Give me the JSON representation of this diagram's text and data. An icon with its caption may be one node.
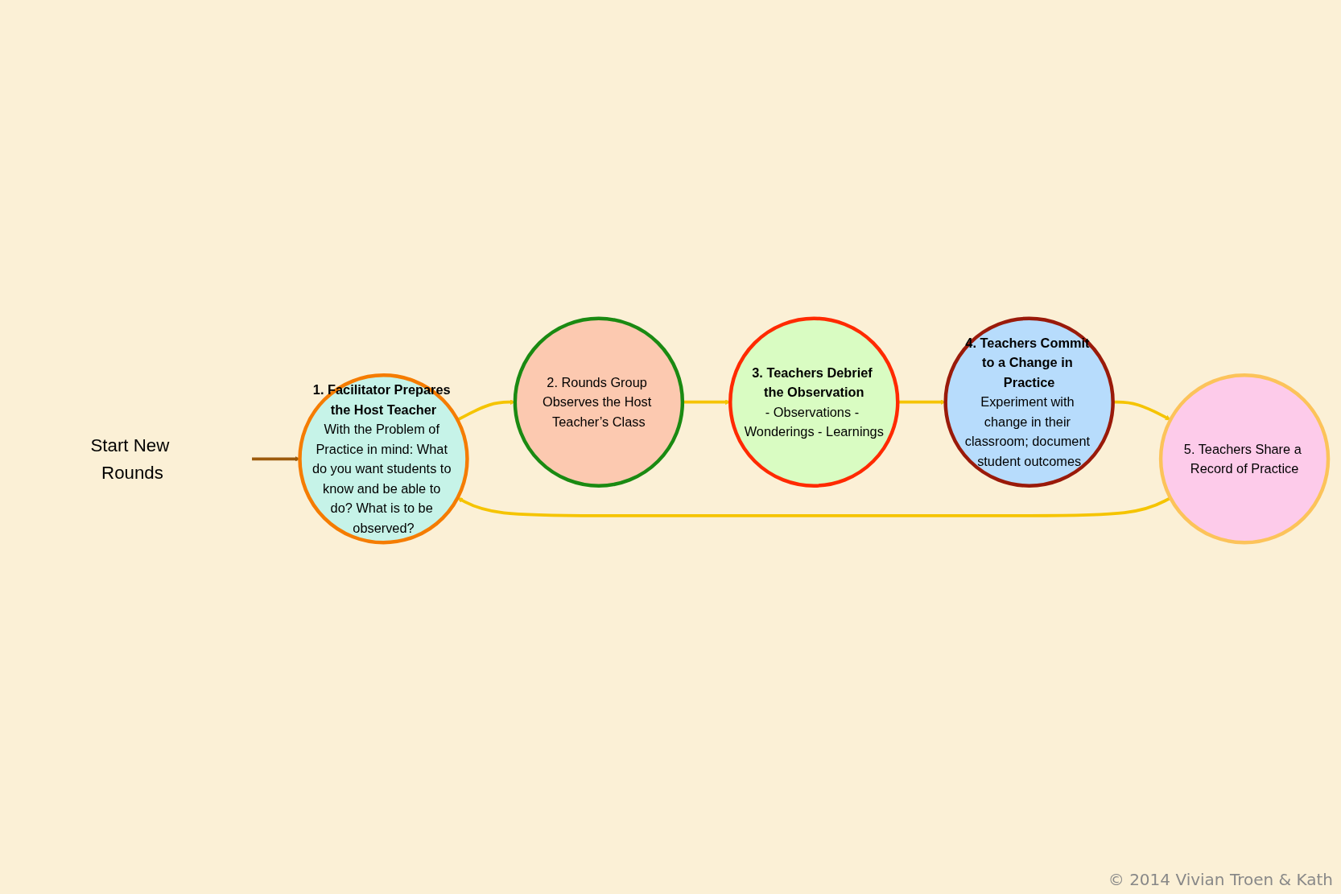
{
  "diagram": {
    "nodes": [
      {
        "text": [
          "Start New Rounds"
        ]
      },
      {
        "text": [
          "1. Facilitator Prepares the Host Teacher",
          "With the Problem of Practice in mind: What do you want students to know and be able to do? What is to be observed?"
        ]
      },
      {
        "text": [
          "2. Rounds Group Observes the Host Teacher’s Class"
        ]
      },
      {
        "text": [
          "3. Teachers Debrief the Observation",
          "- Observations - Wonderings - Learnings"
        ]
      },
      {
        "text": [
          "4. Teachers Commit to a Change in Practice",
          "Experiment with change in their classroom; document student outcomes"
        ]
      },
      {
        "text": [
          "5. Teachers Share a Record of Practice"
        ]
      }
    ],
    "edges": [
      {
        "from": 0,
        "to": 1,
        "arrow": "to",
        "color": "#9c5a0c"
      },
      {
        "from": 1,
        "to": 2,
        "arrow": "to"
      },
      {
        "from": 2,
        "to": 3,
        "arrow": "to"
      },
      {
        "from": 3,
        "to": 4,
        "arrow": "to"
      },
      {
        "from": 4,
        "to": 5,
        "arrow": "to"
      },
      {
        "from": 5,
        "to": 1,
        "arrow": "to"
      }
    ],
    "labels": [
      "© 2014 Vivian Troen & Kath"
    ]
  }
}
